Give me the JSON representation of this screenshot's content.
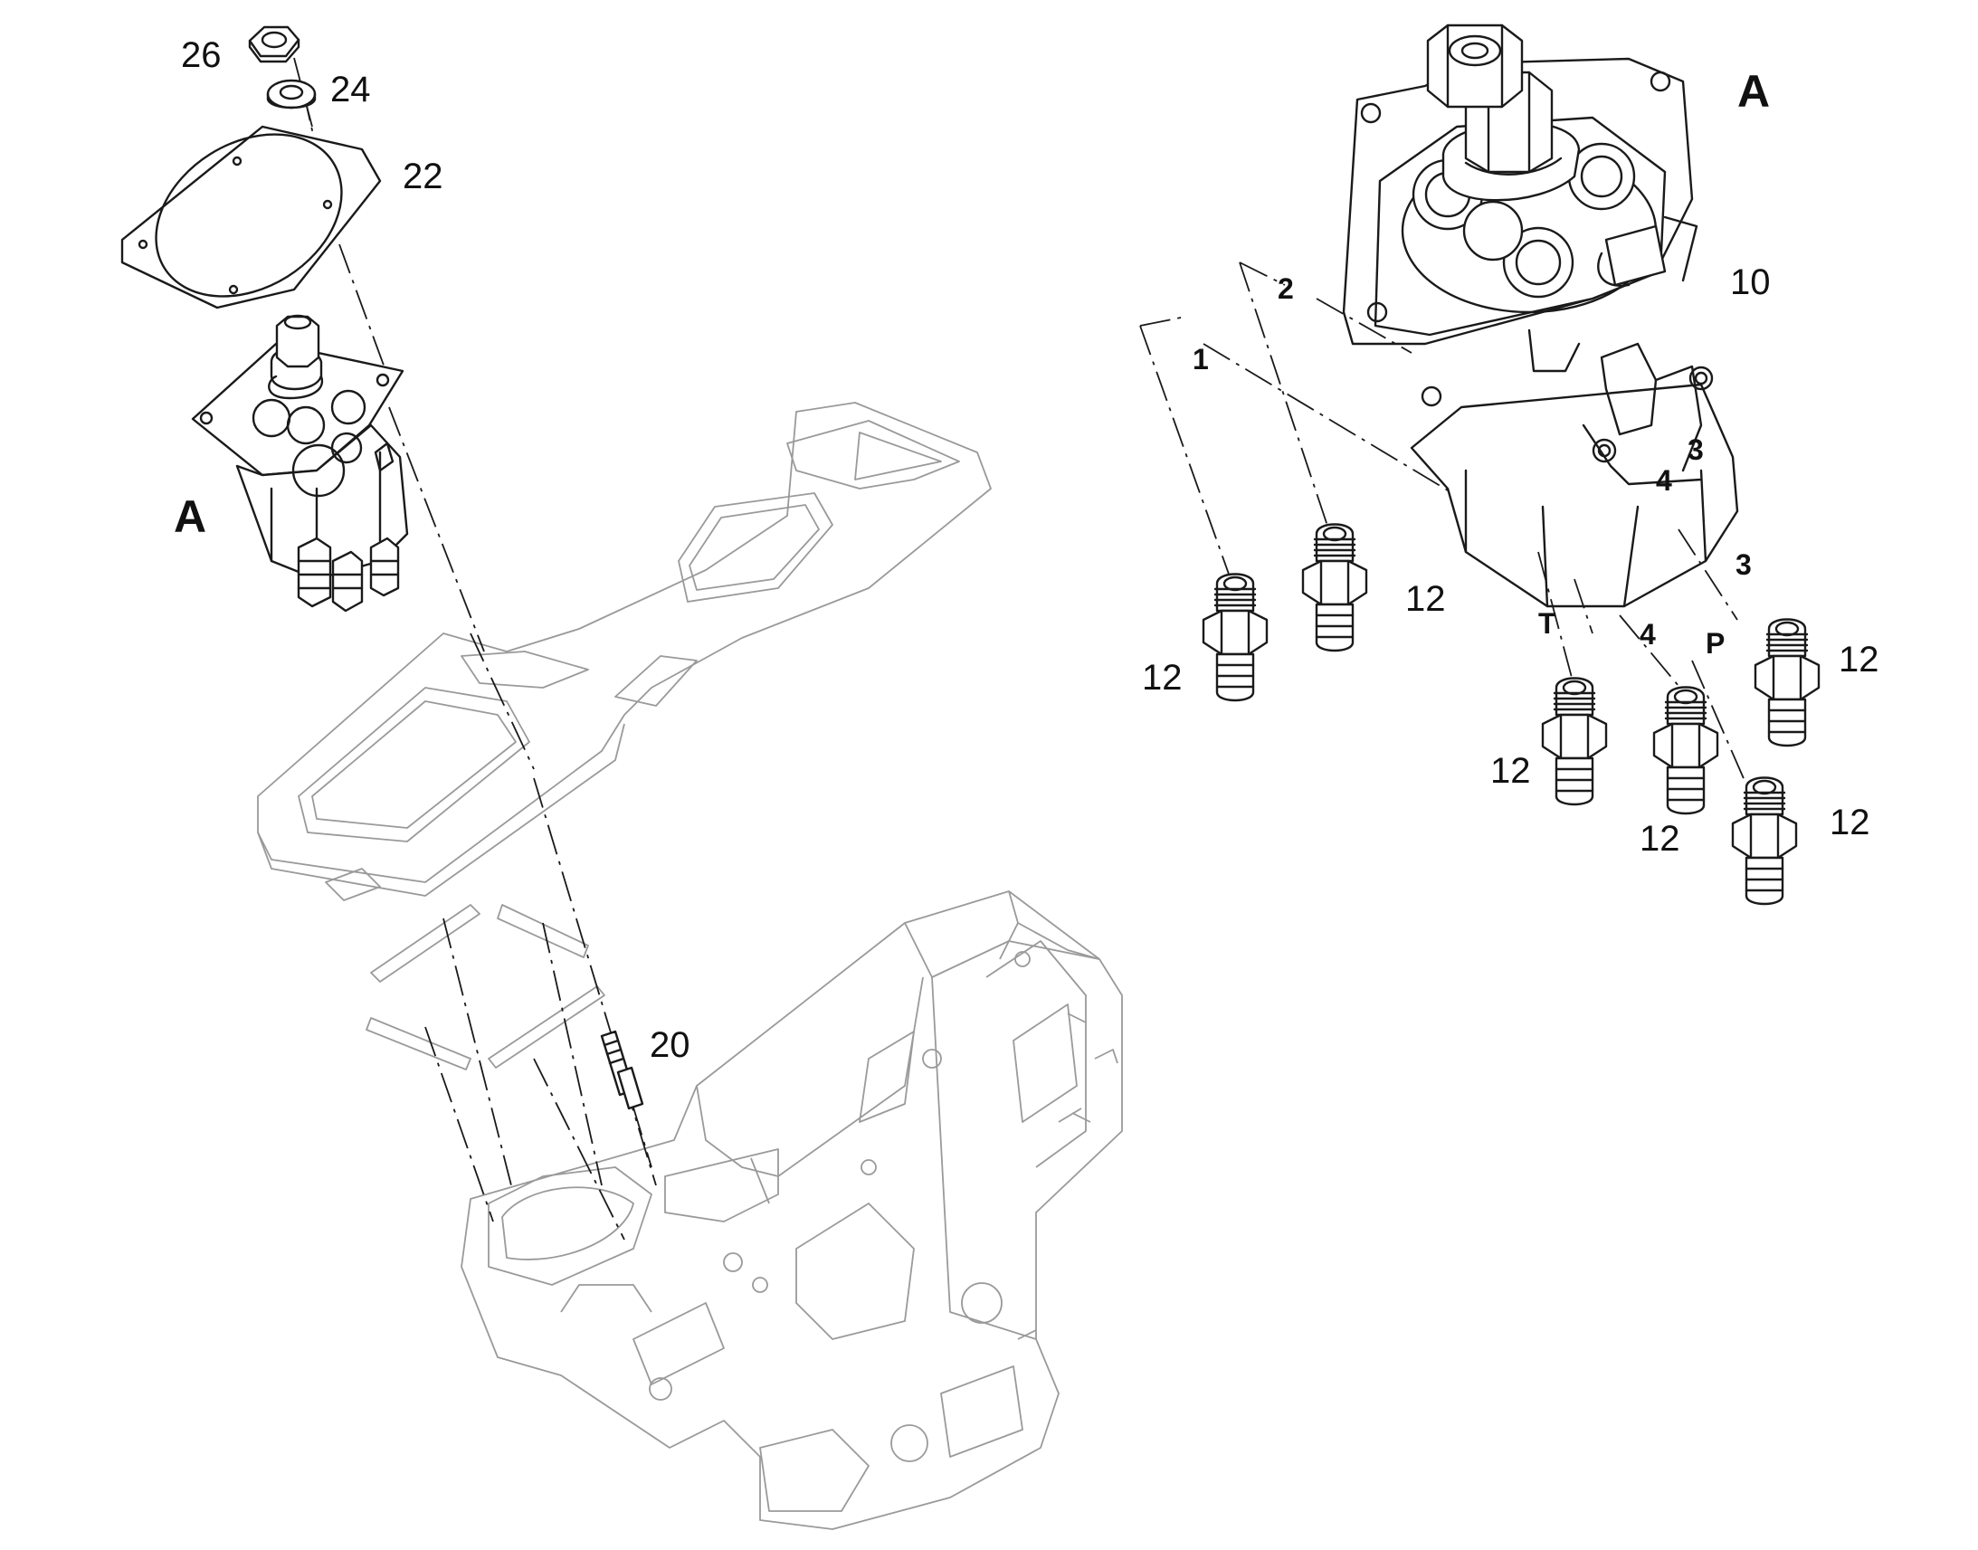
{
  "callouts": {
    "nut": "26",
    "washer": "24",
    "gasket": "22",
    "stud": "20",
    "valve": "10",
    "fitting": "12",
    "view_left": "A",
    "view_right": "A"
  },
  "ports": {
    "p1": "1",
    "p2": "2",
    "p3": "3",
    "p4": "4",
    "pT": "T",
    "pP": "P"
  },
  "body_marks": {
    "four": "4",
    "three": "3"
  }
}
